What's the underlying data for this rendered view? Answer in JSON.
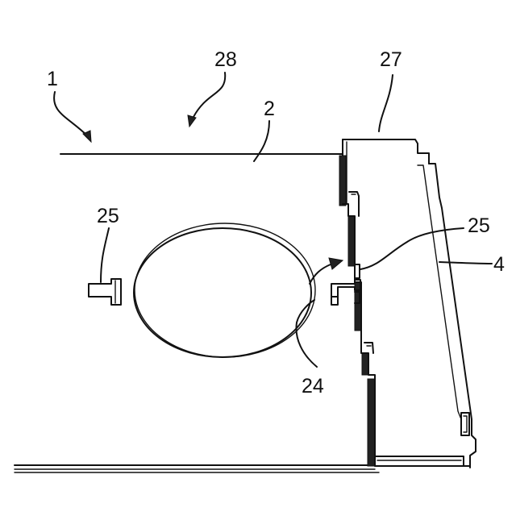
{
  "labels": {
    "ref_1": "1",
    "ref_2": "2",
    "ref_4": "4",
    "ref_24": "24",
    "ref_25_left": "25",
    "ref_25_right": "25",
    "ref_27": "27",
    "ref_28": "28"
  },
  "colors": {
    "line": "#111111",
    "background": "#ffffff"
  }
}
